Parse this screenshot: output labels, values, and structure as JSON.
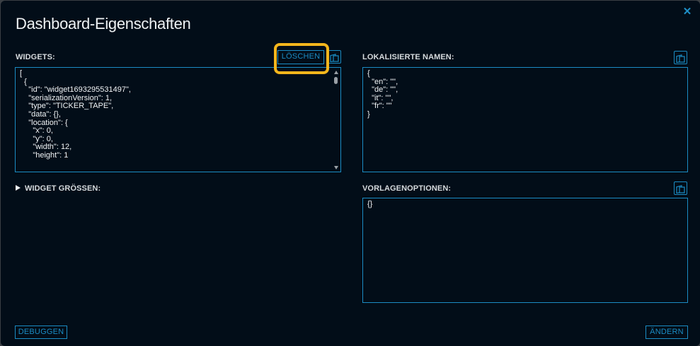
{
  "dialog": {
    "title": "Dashboard-Eigenschaften",
    "close_icon": "close-icon"
  },
  "widgets": {
    "label": "WIDGETS:",
    "clear_button": "LÖSCHEN",
    "copy_icon": "copy-icon",
    "content": "[\n  {\n    \"id\": \"widget1693295531497\",\n    \"serializationVersion\": 1,\n    \"type\": \"TICKER_TAPE\",\n    \"data\": {},\n    \"location\": {\n      \"x\": 0,\n      \"y\": 0,\n      \"width\": 12,\n      \"height\": 1"
  },
  "widget_sizes": {
    "label": "WIDGET GRÖSSEN:"
  },
  "localized_names": {
    "label": "LOKALISIERTE NAMEN:",
    "copy_icon": "copy-icon",
    "content": "{\n  \"en\": \"\",\n  \"de\": \"\",\n  \"it\": \"\",\n  \"fr\": \"\"\n}"
  },
  "template_options": {
    "label": "VORLAGENOPTIONEN:",
    "copy_icon": "copy-icon",
    "content": "{}"
  },
  "footer": {
    "debug_button": "DEBUGGEN",
    "change_button": "ÄNDERN"
  },
  "colors": {
    "background": "#020d18",
    "accent": "#1b8cc4",
    "highlight": "#f5b61c",
    "text": "#e6e9ec"
  }
}
